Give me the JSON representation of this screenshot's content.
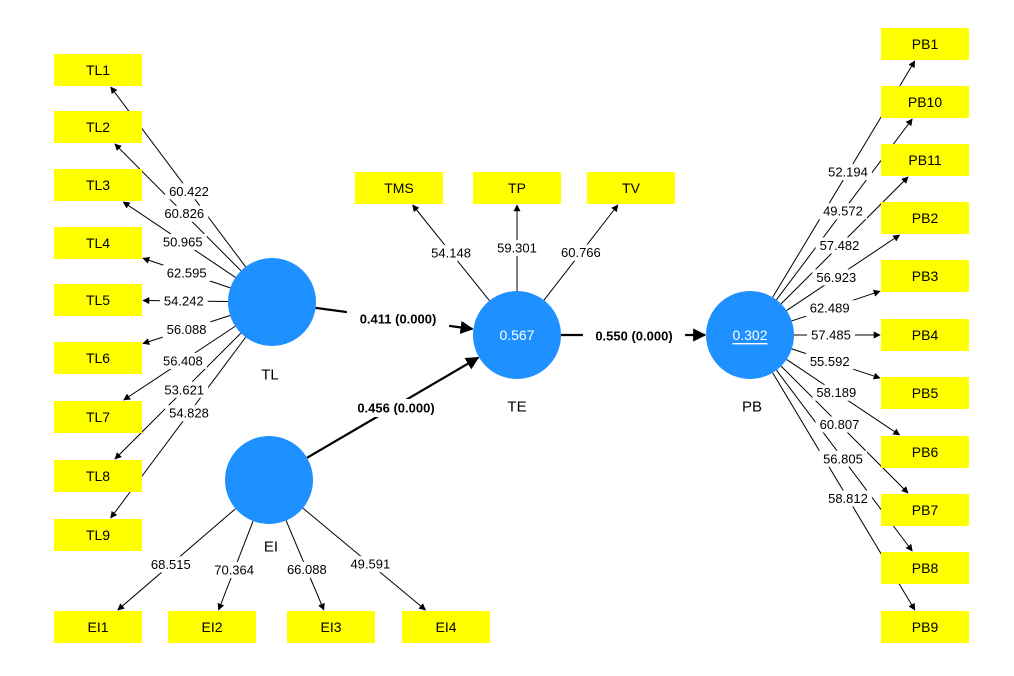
{
  "colors": {
    "indicator_fill": "#ffff00",
    "latent_fill": "#1e90ff",
    "latent_text": "#ffffff",
    "lines": "#000000"
  },
  "latents": [
    {
      "id": "TL",
      "name": "TL",
      "value": ""
    },
    {
      "id": "EI",
      "name": "EI",
      "value": ""
    },
    {
      "id": "TE",
      "name": "TE",
      "value": "0.567"
    },
    {
      "id": "PB",
      "name": "PB",
      "value": "0.302"
    }
  ],
  "indicators": [
    {
      "id": "TL1",
      "latent": "TL",
      "label": "TL1",
      "loading": "60.422"
    },
    {
      "id": "TL2",
      "latent": "TL",
      "label": "TL2",
      "loading": "60.826"
    },
    {
      "id": "TL3",
      "latent": "TL",
      "label": "TL3",
      "loading": "50.965"
    },
    {
      "id": "TL4",
      "latent": "TL",
      "label": "TL4",
      "loading": "62.595"
    },
    {
      "id": "TL5",
      "latent": "TL",
      "label": "TL5",
      "loading": "54.242"
    },
    {
      "id": "TL6",
      "latent": "TL",
      "label": "TL6",
      "loading": "56.088"
    },
    {
      "id": "TL7",
      "latent": "TL",
      "label": "TL7",
      "loading": "56.408"
    },
    {
      "id": "TL8",
      "latent": "TL",
      "label": "TL8",
      "loading": "53.621"
    },
    {
      "id": "TL9",
      "latent": "TL",
      "label": "TL9",
      "loading": "54.828"
    },
    {
      "id": "EI1",
      "latent": "EI",
      "label": "EI1",
      "loading": "68.515"
    },
    {
      "id": "EI2",
      "latent": "EI",
      "label": "EI2",
      "loading": "70.364"
    },
    {
      "id": "EI3",
      "latent": "EI",
      "label": "EI3",
      "loading": "66.088"
    },
    {
      "id": "EI4",
      "latent": "EI",
      "label": "EI4",
      "loading": "49.591"
    },
    {
      "id": "TMS",
      "latent": "TE",
      "label": "TMS",
      "loading": "54.148"
    },
    {
      "id": "TP",
      "latent": "TE",
      "label": "TP",
      "loading": "59.301"
    },
    {
      "id": "TV",
      "latent": "TE",
      "label": "TV",
      "loading": "60.766"
    },
    {
      "id": "PB1",
      "latent": "PB",
      "label": "PB1",
      "loading": "52.194"
    },
    {
      "id": "PB10",
      "latent": "PB",
      "label": "PB10",
      "loading": "49.572"
    },
    {
      "id": "PB11",
      "latent": "PB",
      "label": "PB11",
      "loading": "57.482"
    },
    {
      "id": "PB2",
      "latent": "PB",
      "label": "PB2",
      "loading": "56.923"
    },
    {
      "id": "PB3",
      "latent": "PB",
      "label": "PB3",
      "loading": "62.489"
    },
    {
      "id": "PB4",
      "latent": "PB",
      "label": "PB4",
      "loading": "57.485"
    },
    {
      "id": "PB5",
      "latent": "PB",
      "label": "PB5",
      "loading": "55.592"
    },
    {
      "id": "PB6",
      "latent": "PB",
      "label": "PB6",
      "loading": "58.189"
    },
    {
      "id": "PB7",
      "latent": "PB",
      "label": "PB7",
      "loading": "60.807"
    },
    {
      "id": "PB8",
      "latent": "PB",
      "label": "PB8",
      "loading": "56.805"
    },
    {
      "id": "PB9",
      "latent": "PB",
      "label": "PB9",
      "loading": "58.812"
    }
  ],
  "paths": [
    {
      "id": "TL_TE",
      "from": "TL",
      "to": "TE",
      "label": "0.411 (0.000)"
    },
    {
      "id": "EI_TE",
      "from": "EI",
      "to": "TE",
      "label": "0.456 (0.000)"
    },
    {
      "id": "TE_PB",
      "from": "TE",
      "to": "PB",
      "label": "0.550 (0.000)"
    }
  ]
}
